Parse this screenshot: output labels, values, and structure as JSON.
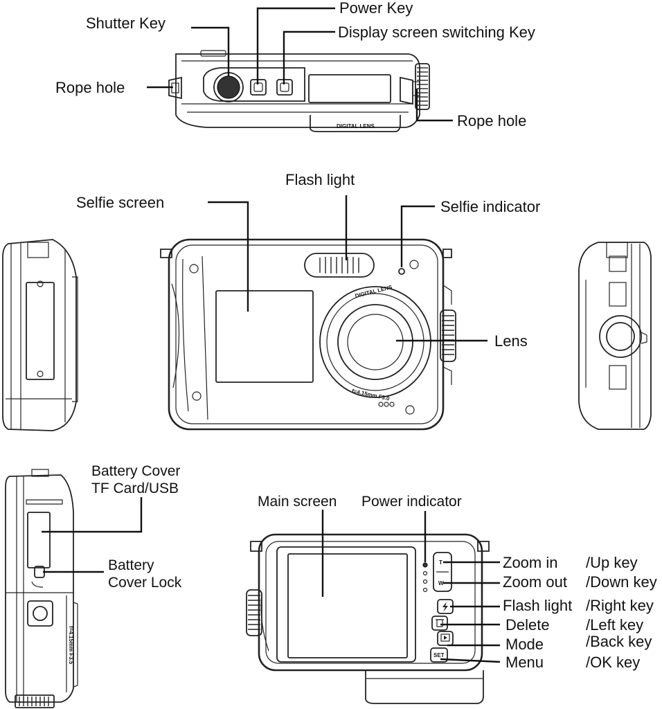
{
  "labels": {
    "shutter_key": "Shutter Key",
    "power_key": "Power Key",
    "display_switch_key": "Display screen switching Key",
    "rope_hole_left": "Rope hole",
    "rope_hole_right": "Rope hole",
    "flash_light_top": "Flash light",
    "selfie_screen": "Selfie screen",
    "selfie_indicator": "Selfie indicator",
    "lens": "Lens",
    "battery_cover_1": "Battery Cover",
    "battery_cover_2": "TF Card/USB",
    "battery_lock_1": "Battery",
    "battery_lock_2": "Cover Lock",
    "main_screen": "Main screen",
    "power_indicator": "Power indicator",
    "zoom_in": "Zoom in",
    "zoom_out": "Zoom out",
    "flash_light_back": "Flash light",
    "delete": "Delete",
    "mode": "Mode",
    "menu": "Menu",
    "up_key": "/Up key",
    "down_key": "/Down key",
    "right_key": "/Right key",
    "left_key": "/Left key",
    "back_key": "/Back key",
    "ok_key": "/OK key"
  },
  "engravings": {
    "digital_lens_top": "DIGITAL LENS",
    "digital_lens_front": "DIGITAL LENS",
    "lens_spec": "f=4.15mm F3.0",
    "lens_spec_side": "f=4.15mm F3.5",
    "btn_t": "T",
    "btn_w": "W",
    "btn_set": "SET"
  },
  "icons": {
    "flash_button": "lightning-icon",
    "delete_button": "trash-icon",
    "mode_button": "playback-icon"
  }
}
